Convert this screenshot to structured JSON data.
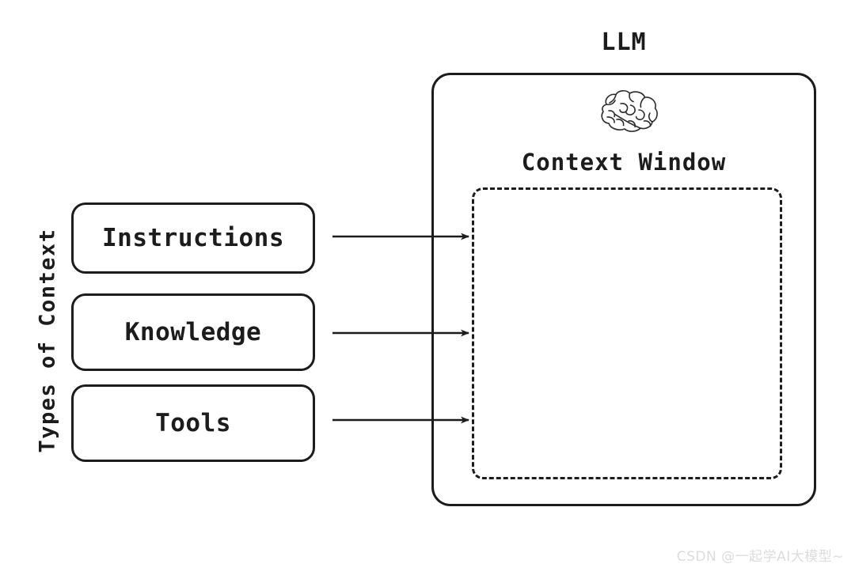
{
  "diagram": {
    "title": "Types of Context feeding an LLM Context Window",
    "background_color": "#ffffff",
    "stroke_color": "#1c1c1c",
    "axis_label": "Types of Context",
    "context_types": [
      {
        "label": "Instructions",
        "icon": "rounded-rect"
      },
      {
        "label": "Knowledge",
        "icon": "rounded-rect"
      },
      {
        "label": "Tools",
        "icon": "rounded-rect"
      }
    ],
    "llm": {
      "title": "LLM",
      "icon": "brain-icon",
      "context_window_label": "Context Window",
      "context_window_style": "dashed"
    },
    "arrows": [
      {
        "from": "Instructions",
        "to": "Context Window",
        "style": "solid-arrow"
      },
      {
        "from": "Knowledge",
        "to": "Context Window",
        "style": "solid-arrow"
      },
      {
        "from": "Tools",
        "to": "Context Window",
        "style": "solid-arrow"
      }
    ]
  },
  "watermark": {
    "text": "CSDN @一起学AI大模型~",
    "color": "#dcdcdc"
  }
}
